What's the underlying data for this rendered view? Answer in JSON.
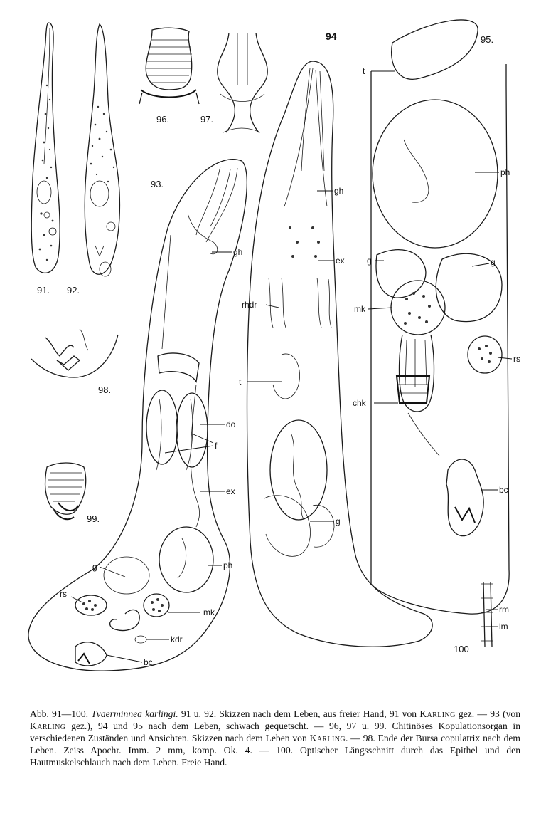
{
  "figure_labels": {
    "f91": "91.",
    "f92": "92.",
    "f93": "93.",
    "f94": "94",
    "f95": "95.",
    "f96": "96.",
    "f97": "97.",
    "f98": "98.",
    "f99": "99.",
    "f100": "100"
  },
  "labels93": {
    "gh": "gh",
    "rhdr": "rhdr",
    "do": "do",
    "f": "f",
    "ex": "ex",
    "g": "g",
    "ph": "ph",
    "rs": "rs",
    "mk": "mk",
    "kdr": "kdr",
    "bc": "bc"
  },
  "labels94": {
    "gh": "gh",
    "ex": "ex",
    "t": "t",
    "g": "g"
  },
  "labels95": {
    "t": "t",
    "ph": "ph",
    "g_left": "g",
    "g_right": "g",
    "mk": "mk",
    "rs": "rs",
    "chk": "chk",
    "bc": "bc"
  },
  "labels100": {
    "rm": "rm",
    "lm": "lm"
  },
  "caption": {
    "p1": "Abb. 91—100. ",
    "species": "Tvaerminnea karlingi.",
    "p2": " 91 u. 92. Skizzen nach dem Leben, aus freier Hand, 91 von ",
    "karling1": "Karling",
    "p3": " gez. — 93 (von ",
    "karling2": "Karling",
    "p4": " gez.), 94 und 95 nach dem Leben, schwach gequetscht. — 96, 97 u. 99. Chitinöses Kopulationsorgan in verschiedenen Zuständen und Ansichten. Skizzen nach dem Leben von ",
    "karling3": "Karling",
    "p5": ". — 98. Ende der Bursa copulatrix nach dem Leben. Zeiss Apochr. Imm. 2 mm, komp. Ok. 4. — 100. Optischer Längsschnitt durch das Epithel und den Hautmuskelschlauch nach dem Leben. Freie Hand."
  }
}
